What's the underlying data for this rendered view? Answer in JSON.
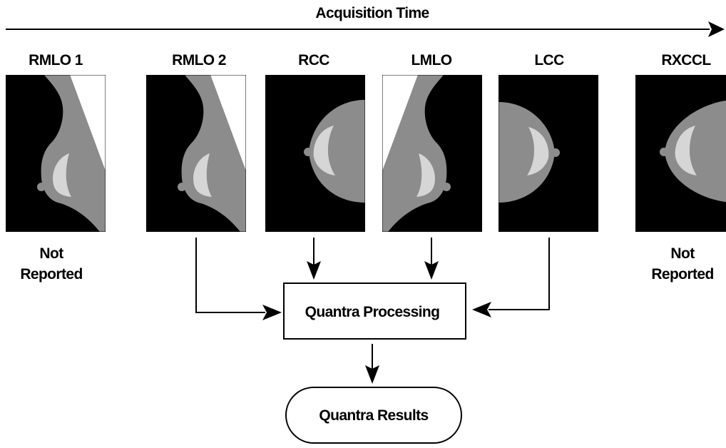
{
  "timeline": {
    "label": "Acquisition Time"
  },
  "views": [
    {
      "label": "RMLO 1",
      "kind": "mlo-right"
    },
    {
      "label": "RMLO 2",
      "kind": "mlo-right"
    },
    {
      "label": "RCC",
      "kind": "cc-right"
    },
    {
      "label": "LMLO",
      "kind": "mlo-left"
    },
    {
      "label": "LCC",
      "kind": "cc-left"
    },
    {
      "label": "RXCCL",
      "kind": "cc-right"
    }
  ],
  "notes": {
    "left": [
      "Not",
      "Reported"
    ],
    "right": [
      "Not",
      "Reported"
    ]
  },
  "processing": {
    "label": "Quantra Processing"
  },
  "results": {
    "label": "Quantra Results"
  },
  "colors": {
    "image_bg": "#000000",
    "tissue": "#8c8c8c",
    "dense": "#d6d6d6",
    "line": "#000000"
  }
}
